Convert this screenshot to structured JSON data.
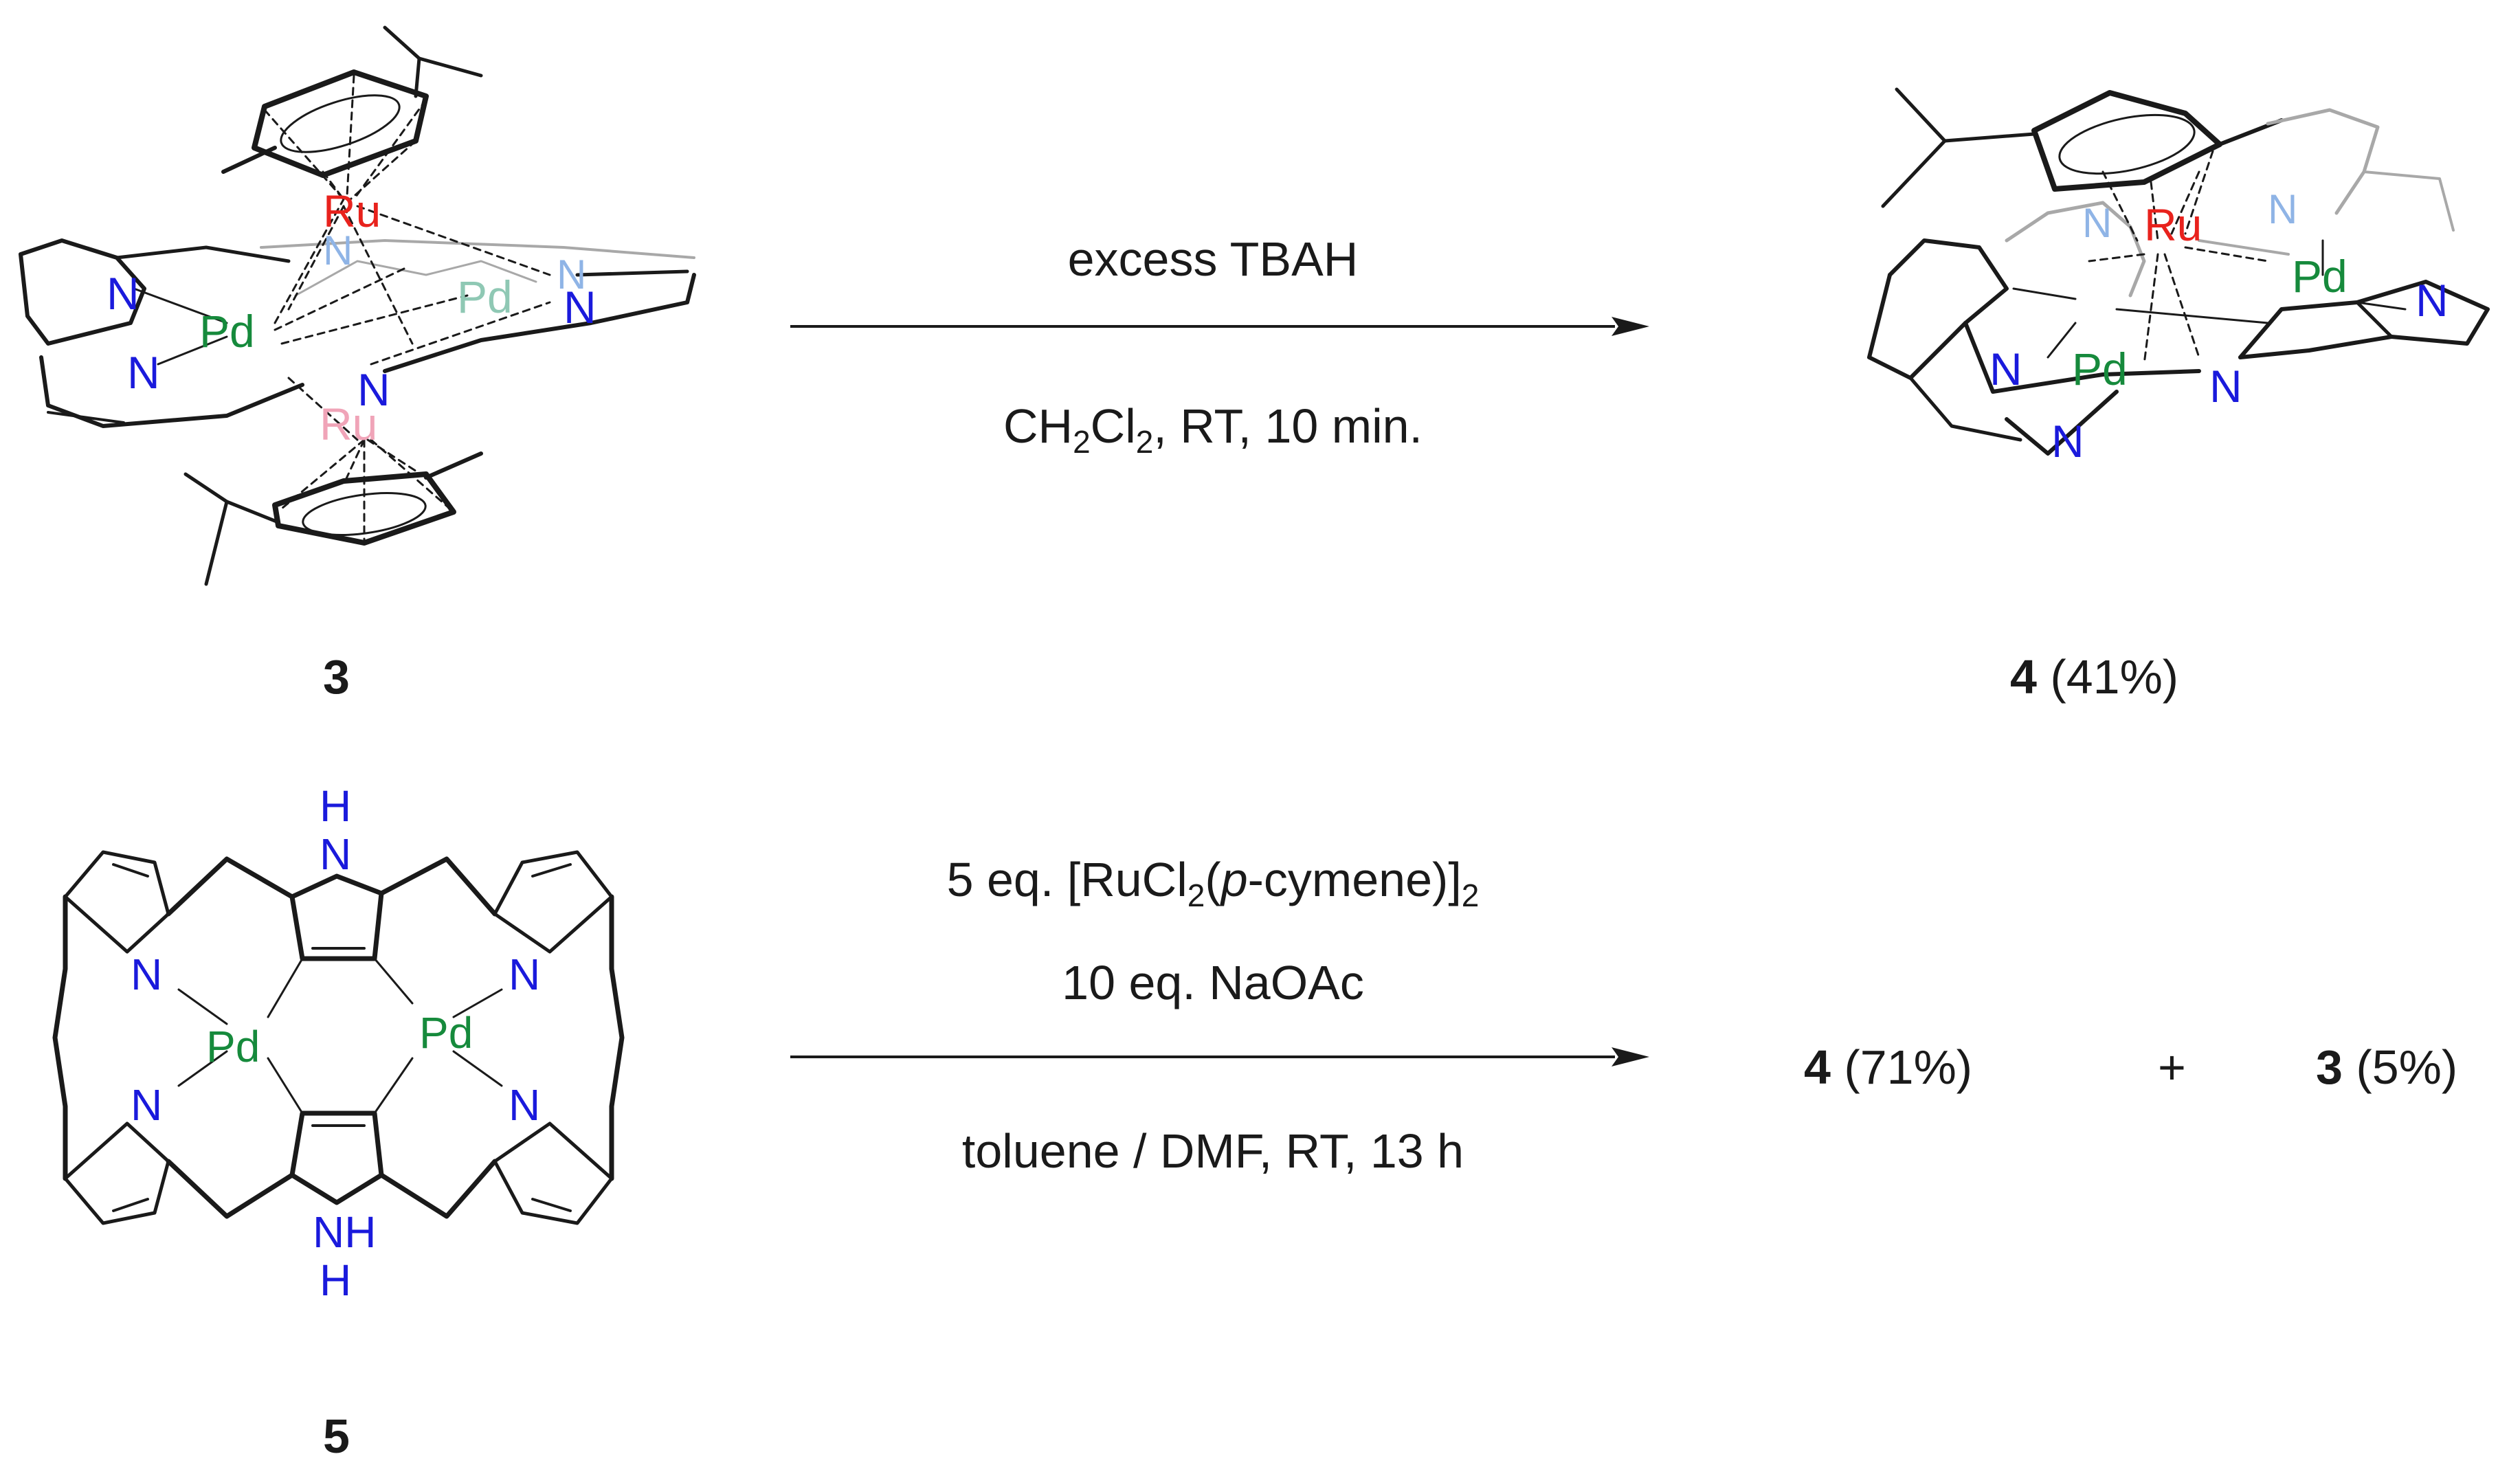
{
  "scheme": {
    "reaction1": {
      "reagent": "excess TBAH",
      "conditions": {
        "prefix": "CH",
        "sub1": "2",
        "mid": "Cl",
        "sub2": "2",
        "suffix": ", RT, 10 min."
      },
      "start_label": "3",
      "product_label": "4",
      "product_yield": "(41%)"
    },
    "reaction2": {
      "reagent": {
        "prefix": "5 eq. [RuCl",
        "sub1": "2",
        "open": "(",
        "italic": "p",
        "rest": "-cymene)]",
        "sub2": "2"
      },
      "additive": "10 eq. NaOAc",
      "solvent": "toluene / DMF, RT, 13 h",
      "start_label": "5",
      "products": [
        {
          "label": "4",
          "yield": "(71%)"
        },
        {
          "label": "3",
          "yield": "(5%)"
        }
      ],
      "plus": "+"
    },
    "atoms": {
      "N": "N",
      "Pd": "Pd",
      "Ru": "Ru",
      "H": "H",
      "NH": "NH"
    },
    "colors": {
      "nitrogen": "#1a1adc",
      "nitrogen_faded": "#8fb4e6",
      "palladium": "#168a3c",
      "palladium_faded": "#8fc8b4",
      "ruthenium": "#e8221d",
      "ruthenium_faded": "#f0a4b8",
      "bond": "#1a1a1a",
      "bond_faded": "#a8a8a8"
    }
  }
}
